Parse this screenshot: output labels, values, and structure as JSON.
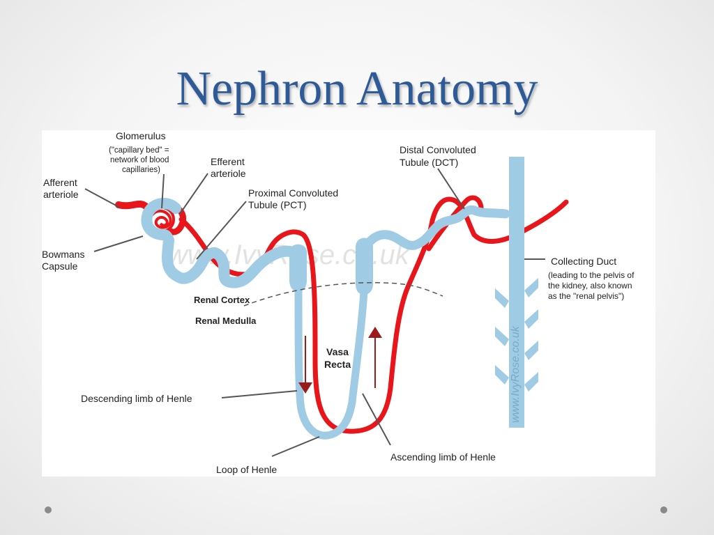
{
  "slide": {
    "title": "Nephron Anatomy"
  },
  "colors": {
    "title": "#2e5a98",
    "tubule": "#9fcbe4",
    "blood_vessel": "#e8151b",
    "arrow": "#9b1b1b",
    "leader_line": "#555555",
    "watermark": "#c9c9c9"
  },
  "diagram": {
    "labels": {
      "glomerulus": "Glomerulus",
      "glomerulus_note_1": "(\"capillary bed\" =",
      "glomerulus_note_2": "network of blood",
      "glomerulus_note_3": "capillaries)",
      "efferent_1": "Efferent",
      "efferent_2": "arteriole",
      "afferent_1": "Afferent",
      "afferent_2": "arteriole",
      "pct_1": "Proximal Convoluted",
      "pct_2": "Tubule (PCT)",
      "dct_1": "Distal Convoluted",
      "dct_2": "Tubule (DCT)",
      "bowmans_1": "Bowmans",
      "bowmans_2": "Capsule",
      "collecting_duct": "Collecting Duct",
      "collecting_note_1": "(leading to the pelvis of",
      "collecting_note_2": "the kidney, also known",
      "collecting_note_3": "as the \"renal pelvis\")",
      "renal_cortex": "Renal Cortex",
      "renal_medulla": "Renal Medulla",
      "vasa_recta_1": "Vasa",
      "vasa_recta_2": "Recta",
      "descending_limb": "Descending limb of Henle",
      "ascending_limb": "Ascending limb of Henle",
      "loop_of_henle": "Loop of Henle"
    },
    "watermark": "www.IvyRose.co.uk",
    "watermark_vertical": "www.IvyRose.co.uk"
  }
}
